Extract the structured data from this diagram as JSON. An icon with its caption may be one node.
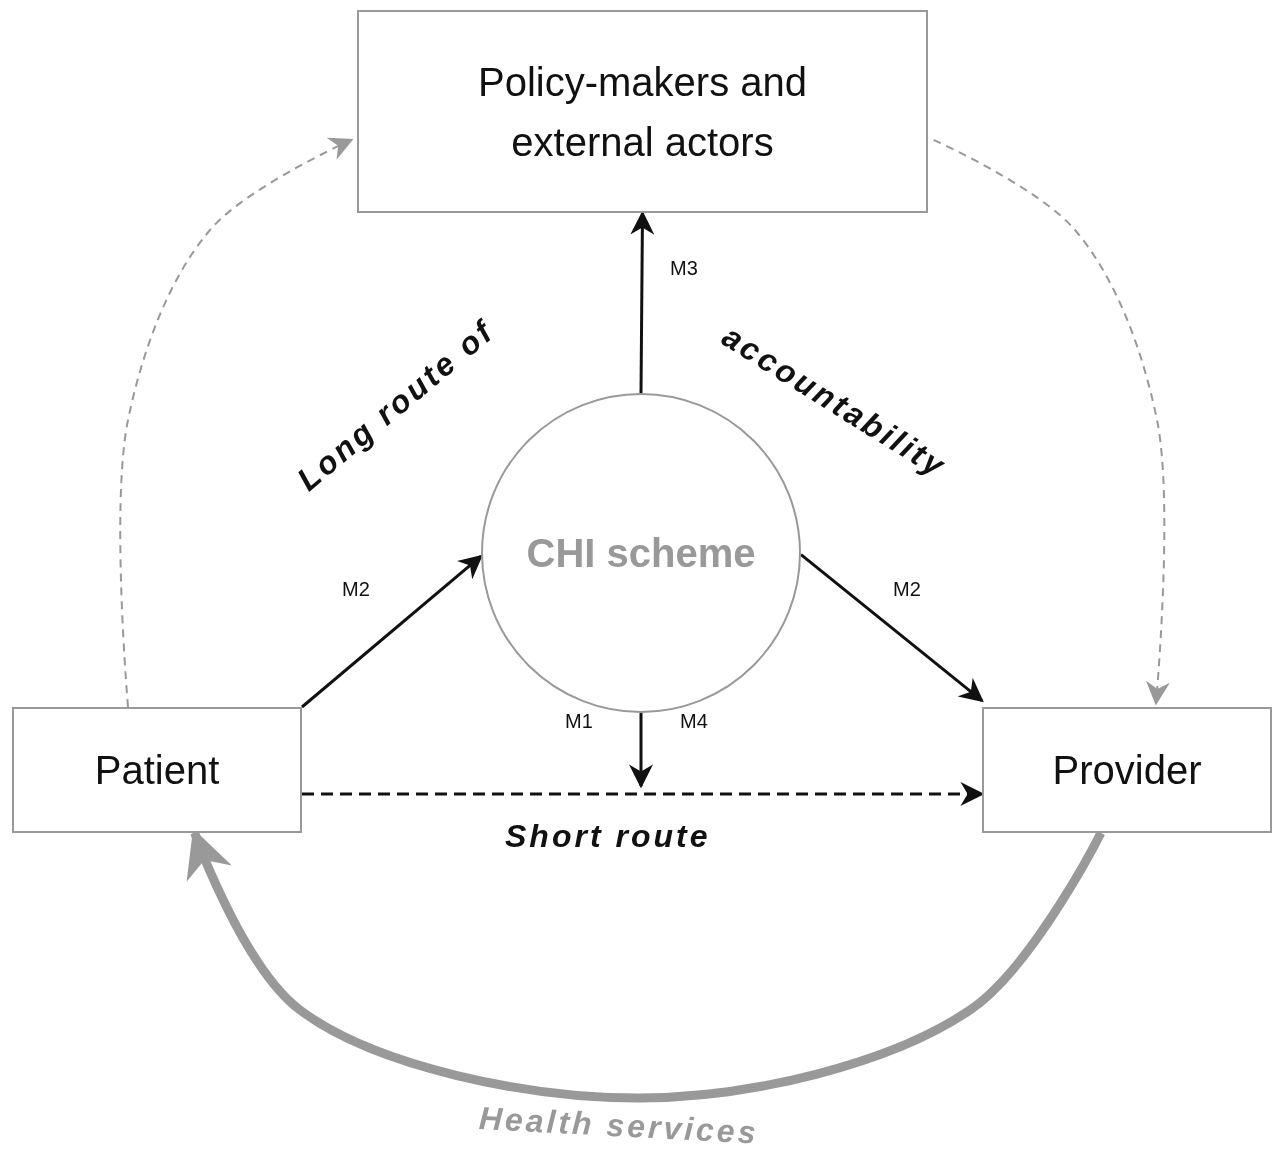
{
  "diagram": {
    "nodes": [
      {
        "text": [
          "Policy-makers and external actors"
        ]
      },
      {
        "text": [
          "CHI scheme"
        ]
      },
      {
        "text": [
          "Patient"
        ]
      },
      {
        "text": [
          "Provider"
        ]
      }
    ],
    "edges": [
      {
        "from": 2,
        "to": 1,
        "arrow": "to",
        "label": "M2"
      },
      {
        "from": 1,
        "to": 3,
        "arrow": "to",
        "label": "M2"
      },
      {
        "from": 1,
        "to": 0,
        "arrow": "to",
        "label": "M3"
      },
      {
        "from": 1,
        "to": null,
        "arrow": "to"
      },
      {
        "from": 2,
        "to": 3,
        "arrow": "to",
        "style": "dashed",
        "label": "Short route"
      },
      {
        "from": 2,
        "to": 0,
        "arrow": "to",
        "style": "dashed",
        "color": "#999999"
      },
      {
        "from": 0,
        "to": 3,
        "arrow": "to",
        "style": "dashed",
        "color": "#999999"
      },
      {
        "from": 3,
        "to": 2,
        "arrow": "to",
        "style": "thick",
        "color": "#999999",
        "label": "Health services"
      }
    ],
    "labels": [
      "Long route of",
      "accountability",
      "M1",
      "M4"
    ]
  }
}
